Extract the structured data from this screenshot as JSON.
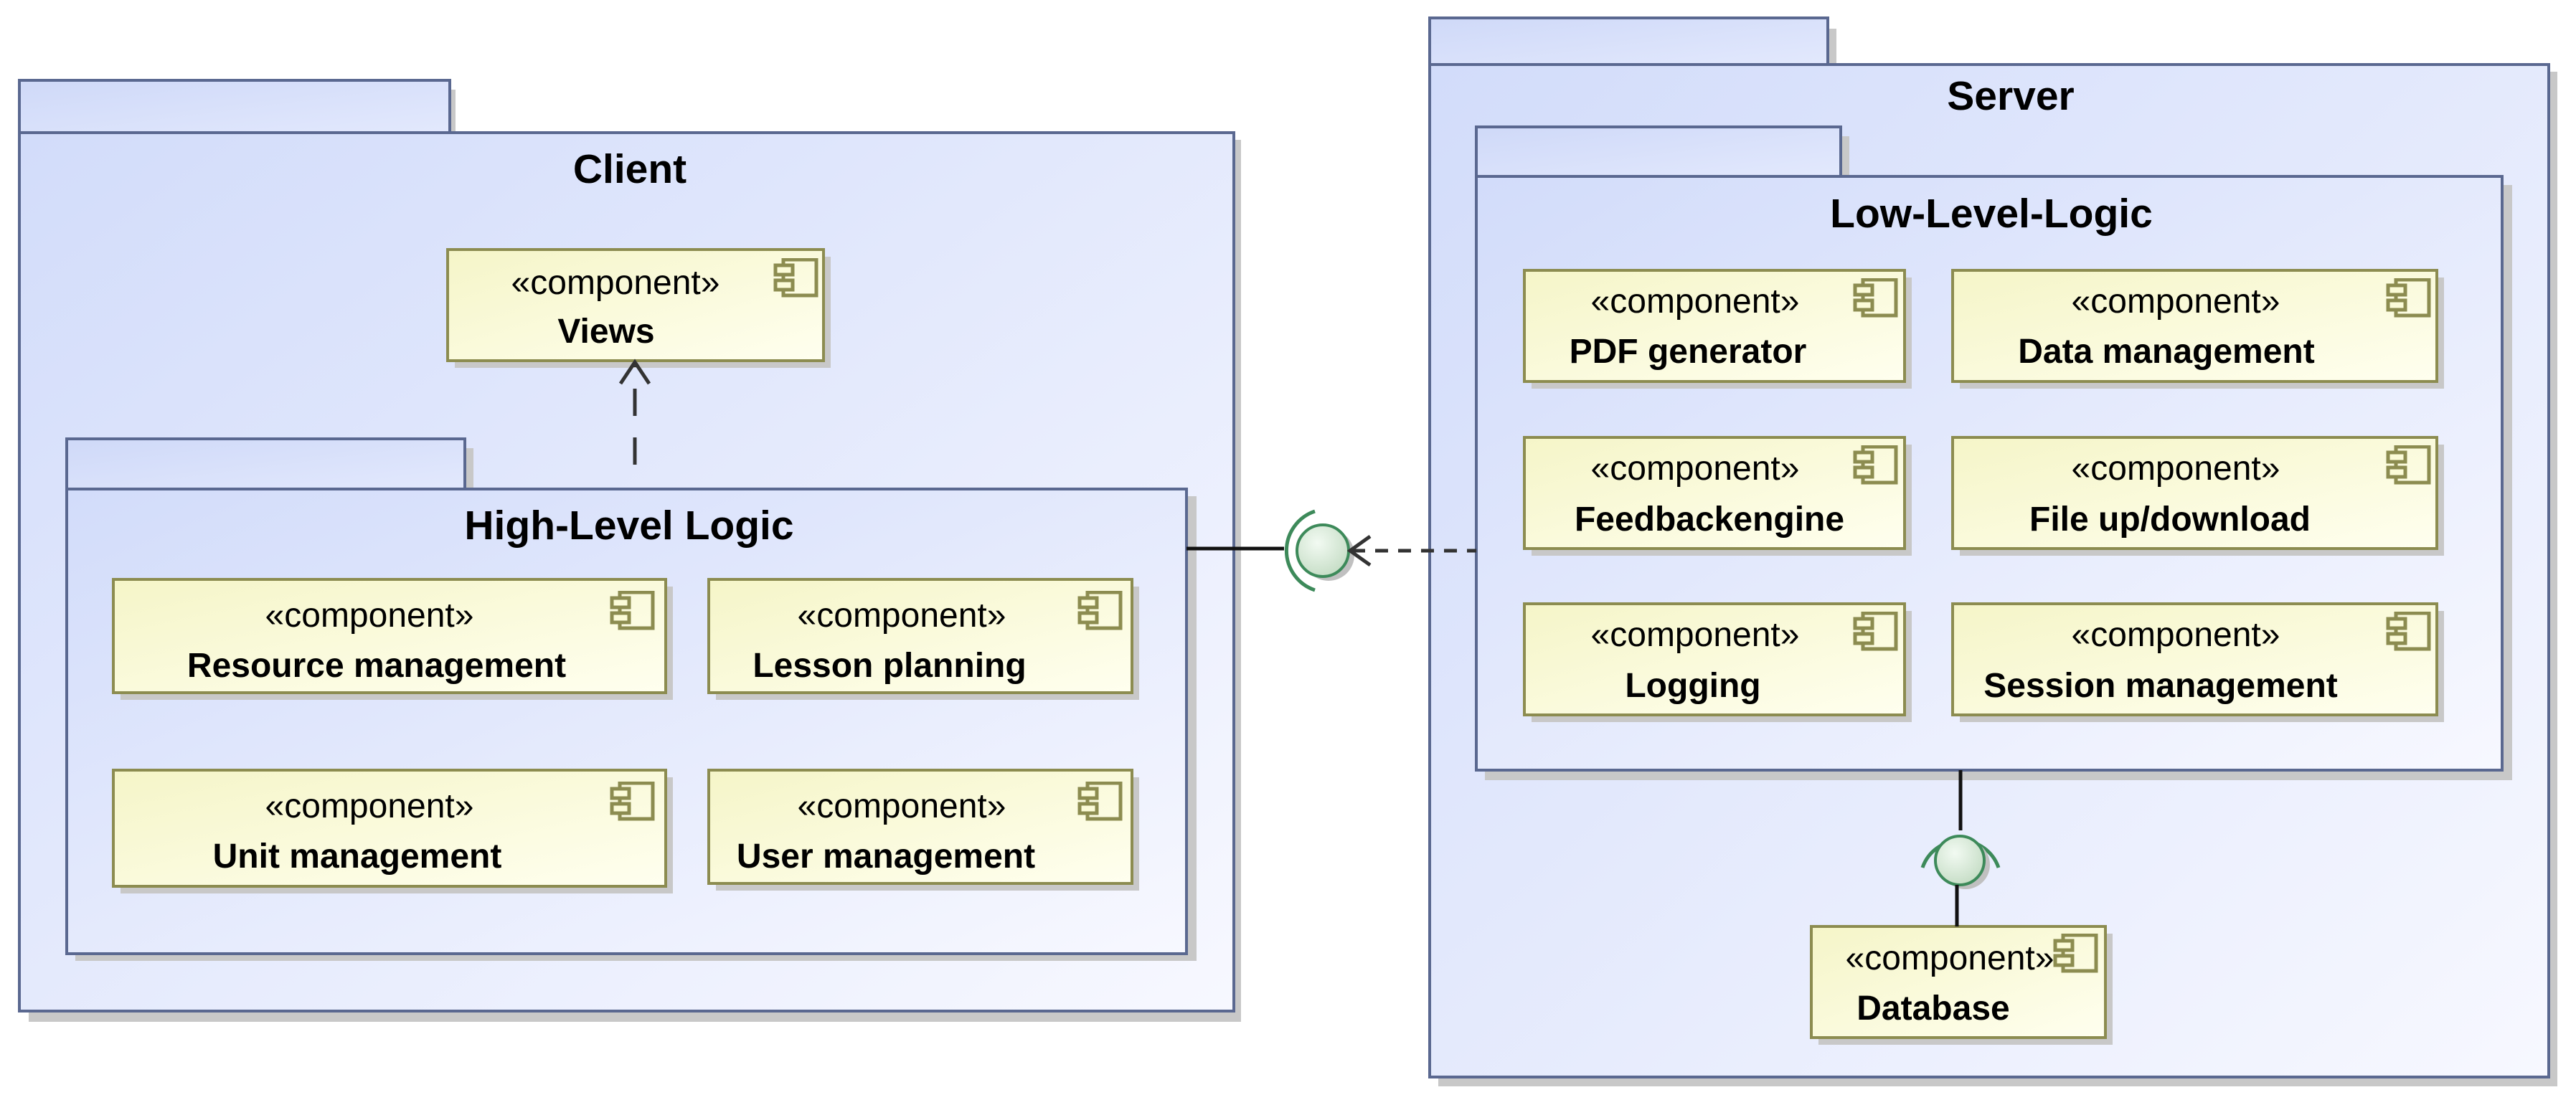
{
  "packages": {
    "client": {
      "title": "Client"
    },
    "high_level_logic": {
      "title": "High-Level Logic"
    },
    "server": {
      "title": "Server"
    },
    "low_level_logic": {
      "title": "Low-Level-Logic"
    }
  },
  "stereotype": "«component»",
  "components": {
    "views": "Views",
    "resource_management": "Resource management",
    "lesson_planning": "Lesson planning",
    "unit_management": "Unit management",
    "user_management": "User management",
    "pdf_generator": "PDF generator",
    "data_management": "Data management",
    "feedbackengine": "Feedbackengine",
    "file_updownload": "File up/download",
    "logging": "Logging",
    "session_management": "Session management",
    "database": "Database"
  },
  "icons": {
    "component": "component-icon",
    "interface": "provided-interface-icon"
  },
  "colors": {
    "package_fill_start": "#d2dcfa",
    "package_fill_end": "#f7f8ff",
    "package_border": "#5a6890",
    "component_fill": "#fbfbd8",
    "component_border": "#8c8c50",
    "interface_ball": "#d4e8d4",
    "interface_stroke": "#3d8a5a",
    "shadow": "#c8c8c8"
  }
}
